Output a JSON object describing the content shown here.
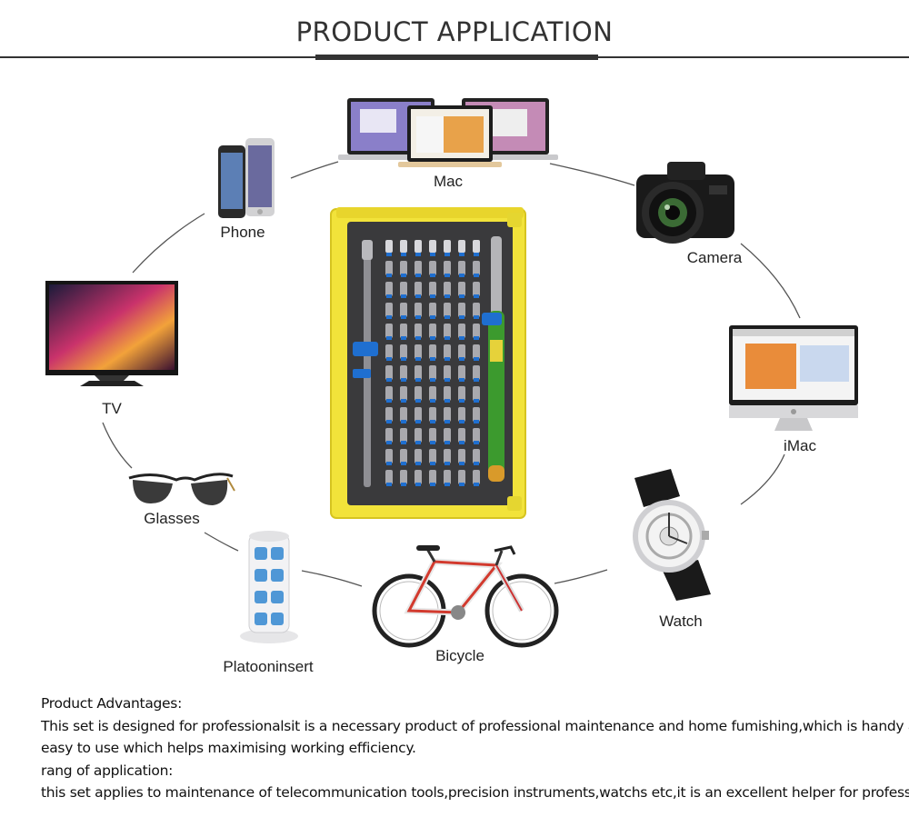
{
  "header": {
    "title": "PRODUCT APPLICATION"
  },
  "applications": {
    "mac": "Mac",
    "camera": "Camera",
    "imac": "iMac",
    "watch": "Watch",
    "bicycle": "Bicycle",
    "platooninsert": "Platooninsert",
    "glasses": "Glasses",
    "tv": "TV",
    "phone": "Phone"
  },
  "description": {
    "advantages_heading": "Product Advantages:",
    "advantages_line1": "This set is designed for professionalsit is a necessary product of professional maintenance and home fumishing,which is handy and",
    "advantages_line2": "easy to use which helps maximising working efficiency.",
    "application_heading": "rang of application:",
    "application_line1": "this set applies to maintenance of telecommunication tools,precision instruments,watchs etc,it is an excellent helper for professionals"
  },
  "colors": {
    "case_yellow": "#f2e33a",
    "foam": "#3a3a3c",
    "driver_green": "#3c9a2e",
    "accent_blue": "#1f6fd0"
  },
  "icons": [
    "laptop-icon",
    "camera-icon",
    "monitor-icon",
    "watch-icon",
    "bicycle-icon",
    "power-strip-icon",
    "glasses-icon",
    "tv-icon",
    "phone-icon",
    "toolkit-image"
  ]
}
